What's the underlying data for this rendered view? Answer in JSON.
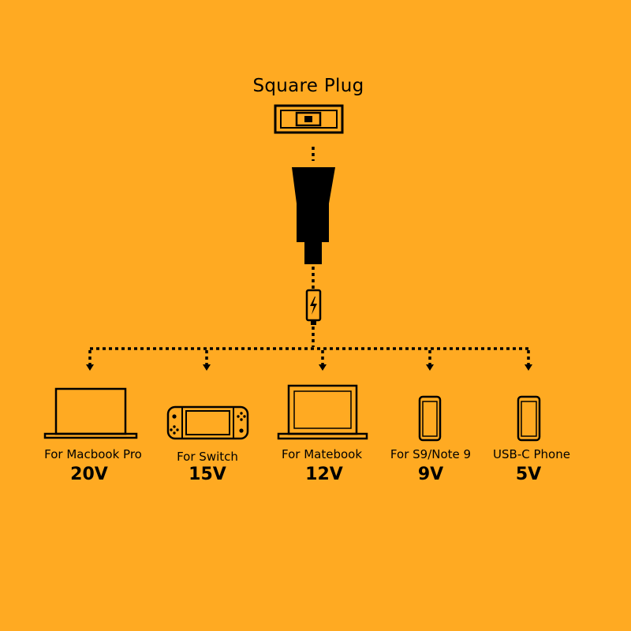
{
  "background": "#FFAA22",
  "title": "Square Plug",
  "devices": [
    {
      "icon": "laptop-icon",
      "label": "For Macbook Pro",
      "voltage": "20V"
    },
    {
      "icon": "game-console-icon",
      "label": "For Switch",
      "voltage": "15V"
    },
    {
      "icon": "laptop-icon",
      "label": "For Matebook",
      "voltage": "12V"
    },
    {
      "icon": "phone-icon",
      "label": "For S9/Note 9",
      "voltage": "9V"
    },
    {
      "icon": "phone-icon",
      "label": "USB-C Phone",
      "voltage": "5V"
    }
  ]
}
